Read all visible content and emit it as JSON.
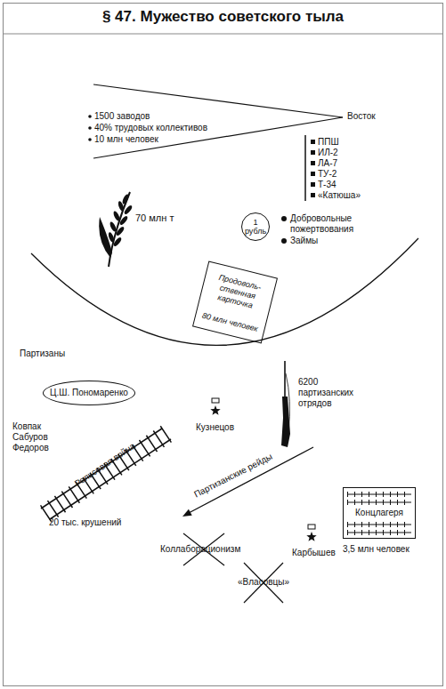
{
  "diagram": {
    "title": "§ 47. Мужество советского тыла",
    "nodes": [
      {
        "text": [
          "1 рубль"
        ]
      },
      {
        "text": [
          "Продоволь- ственная карточка",
          "80 млн человек"
        ]
      },
      {
        "text": [
          "Ц.Ш. Пономаренко"
        ]
      },
      {
        "text": [
          "Концлагеря"
        ]
      }
    ],
    "labels": [
      "Восток",
      "1500 заводов",
      "40% трудовых коллективов",
      "10 млн человек",
      "ППШ",
      "ИЛ-2",
      "ЛА-7",
      "ТУ-2",
      "Т-34",
      "«Катюша»",
      "70 млн т",
      "Добровольные пожертвования",
      "Займы",
      "Партизаны",
      "6200 партизанских отрядов",
      "Кузнецов",
      "Ковпак Сабуров Федоров",
      "Рельсовая война",
      "20 тыс. крушений",
      "Партизанские рейды",
      "3,5 млн человек",
      "Карбышев",
      "Коллаборационизм",
      "«Власовцы»"
    ]
  }
}
